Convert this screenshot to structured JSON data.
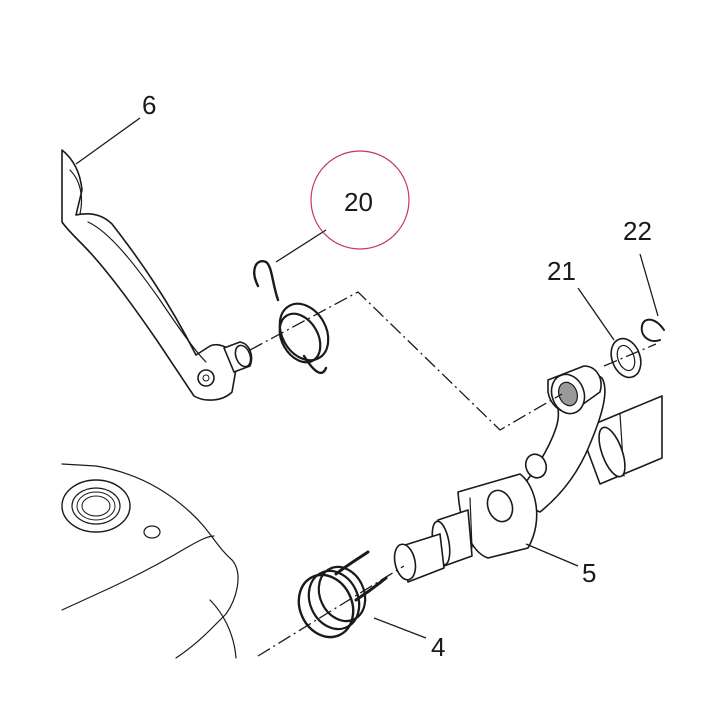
{
  "callouts": {
    "part_6": "6",
    "part_20": "20",
    "part_21": "21",
    "part_22": "22",
    "part_5": "5",
    "part_4": "4"
  },
  "highlight": {
    "target": "20",
    "color": "#c0395a"
  }
}
